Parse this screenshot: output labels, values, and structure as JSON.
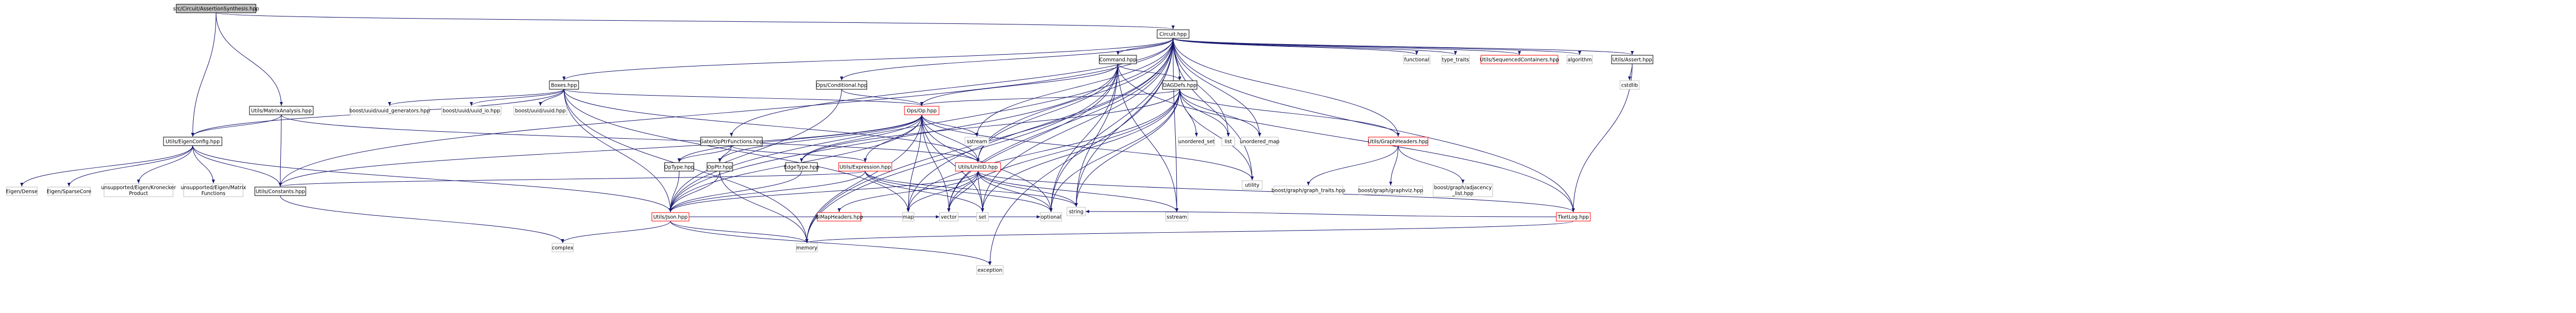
{
  "palette": {
    "root_fill": "#bfbfbf",
    "node_fill": "#ffffff",
    "internal_stroke": "#000000",
    "incomplete_stroke": "#ff0000",
    "external_stroke": "#bfbfbf",
    "edge": "#191970"
  },
  "graph": {
    "root": "n_root",
    "nodes": [
      {
        "id": "n_root",
        "lines": [
          "src/Circuit/AssertionSynthesis.hpp"
        ],
        "kind": "root"
      },
      {
        "id": "n_circuit",
        "lines": [
          "Circuit.hpp"
        ],
        "kind": "internal"
      },
      {
        "id": "n_command",
        "lines": [
          "Command.hpp"
        ],
        "kind": "internal"
      },
      {
        "id": "n_boxes",
        "lines": [
          "Boxes.hpp"
        ],
        "kind": "internal"
      },
      {
        "id": "n_opscond",
        "lines": [
          "Ops/Conditional.hpp"
        ],
        "kind": "internal"
      },
      {
        "id": "n_dagdefs",
        "lines": [
          "DAGDefs.hpp"
        ],
        "kind": "internal"
      },
      {
        "id": "n_matrix",
        "lines": [
          "Utils/MatrixAnalysis.hpp"
        ],
        "kind": "internal"
      },
      {
        "id": "n_eigen",
        "lines": [
          "Utils/EigenConfig.hpp"
        ],
        "kind": "internal"
      },
      {
        "id": "n_uuidgen",
        "lines": [
          "boost/uuid/uuid_generators.hpp"
        ],
        "kind": "external"
      },
      {
        "id": "n_uuidio",
        "lines": [
          "boost/uuid/uuid_io.hpp"
        ],
        "kind": "external"
      },
      {
        "id": "n_uuid",
        "lines": [
          "boost/uuid/uuid.hpp"
        ],
        "kind": "external"
      },
      {
        "id": "n_gateopptr",
        "lines": [
          "Gate/OpPtrFunctions.hpp"
        ],
        "kind": "internal"
      },
      {
        "id": "n_opsop",
        "lines": [
          "Ops/Op.hpp"
        ],
        "kind": "incomplete"
      },
      {
        "id": "n_sstream1",
        "lines": [
          "sstream"
        ],
        "kind": "external"
      },
      {
        "id": "n_optype",
        "lines": [
          "OpType.hpp"
        ],
        "kind": "internal"
      },
      {
        "id": "n_opptr",
        "lines": [
          "OpPtr.hpp"
        ],
        "kind": "internal"
      },
      {
        "id": "n_edgetype",
        "lines": [
          "EdgeType.hpp"
        ],
        "kind": "internal"
      },
      {
        "id": "n_uexpr",
        "lines": [
          "Utils/Expression.hpp"
        ],
        "kind": "incomplete"
      },
      {
        "id": "n_unitid",
        "lines": [
          "Utils/UnitID.hpp"
        ],
        "kind": "incomplete"
      },
      {
        "id": "n_unordset",
        "lines": [
          "unordered_set"
        ],
        "kind": "external"
      },
      {
        "id": "n_list",
        "lines": [
          "list"
        ],
        "kind": "external"
      },
      {
        "id": "n_unordmap",
        "lines": [
          "unordered_map"
        ],
        "kind": "external"
      },
      {
        "id": "n_graphh",
        "lines": [
          "Utils/GraphHeaders.hpp"
        ],
        "kind": "incomplete"
      },
      {
        "id": "n_utility",
        "lines": [
          "utility"
        ],
        "kind": "external"
      },
      {
        "id": "n_functional",
        "lines": [
          "functional"
        ],
        "kind": "external"
      },
      {
        "id": "n_typetraits",
        "lines": [
          "type_traits"
        ],
        "kind": "external"
      },
      {
        "id": "n_seqcont",
        "lines": [
          "Utils/SequencedContainers.hpp"
        ],
        "kind": "incomplete"
      },
      {
        "id": "n_algorithm",
        "lines": [
          "algorithm"
        ],
        "kind": "external"
      },
      {
        "id": "n_assert",
        "lines": [
          "Utils/Assert.hpp"
        ],
        "kind": "internal"
      },
      {
        "id": "n_cstdlib",
        "lines": [
          "cstdlib"
        ],
        "kind": "external"
      },
      {
        "id": "n_bggt",
        "lines": [
          "boost/graph/graph_traits.hpp"
        ],
        "kind": "external"
      },
      {
        "id": "n_bgviz",
        "lines": [
          "boost/graph/graphviz.hpp"
        ],
        "kind": "external"
      },
      {
        "id": "n_bgadj",
        "lines": [
          "boost/graph/adjacency",
          "_list.hpp"
        ],
        "kind": "external"
      },
      {
        "id": "n_eigdense",
        "lines": [
          "Eigen/Dense"
        ],
        "kind": "external"
      },
      {
        "id": "n_eigsparse",
        "lines": [
          "Eigen/SparseCore"
        ],
        "kind": "external"
      },
      {
        "id": "n_unskron",
        "lines": [
          "unsupported/Eigen/Kronecker",
          "Product"
        ],
        "kind": "external"
      },
      {
        "id": "n_unsmatfn",
        "lines": [
          "unsupported/Eigen/Matrix",
          "Functions"
        ],
        "kind": "external"
      },
      {
        "id": "n_constants",
        "lines": [
          "Utils/Constants.hpp"
        ],
        "kind": "internal"
      },
      {
        "id": "n_json",
        "lines": [
          "Utils/Json.hpp"
        ],
        "kind": "incomplete"
      },
      {
        "id": "n_bimap",
        "lines": [
          "BiMapHeaders.hpp"
        ],
        "kind": "incomplete"
      },
      {
        "id": "n_map",
        "lines": [
          "map"
        ],
        "kind": "external"
      },
      {
        "id": "n_vector",
        "lines": [
          "vector"
        ],
        "kind": "external"
      },
      {
        "id": "n_set",
        "lines": [
          "set"
        ],
        "kind": "external"
      },
      {
        "id": "n_optional",
        "lines": [
          "optional"
        ],
        "kind": "external"
      },
      {
        "id": "n_string",
        "lines": [
          "string"
        ],
        "kind": "external"
      },
      {
        "id": "n_sstream2",
        "lines": [
          "sstream"
        ],
        "kind": "external"
      },
      {
        "id": "n_tketlog",
        "lines": [
          "TketLog.hpp"
        ],
        "kind": "incomplete"
      },
      {
        "id": "n_complex",
        "lines": [
          "complex"
        ],
        "kind": "external"
      },
      {
        "id": "n_memory",
        "lines": [
          "memory"
        ],
        "kind": "external"
      },
      {
        "id": "n_exception",
        "lines": [
          "exception"
        ],
        "kind": "external"
      }
    ],
    "edges": [
      [
        "n_root",
        "n_circuit"
      ],
      [
        "n_root",
        "n_matrix"
      ],
      [
        "n_root",
        "n_eigen"
      ],
      [
        "n_circuit",
        "n_command"
      ],
      [
        "n_circuit",
        "n_boxes"
      ],
      [
        "n_circuit",
        "n_opscond"
      ],
      [
        "n_circuit",
        "n_dagdefs"
      ],
      [
        "n_circuit",
        "n_gateopptr"
      ],
      [
        "n_circuit",
        "n_unitid"
      ],
      [
        "n_circuit",
        "n_list"
      ],
      [
        "n_circuit",
        "n_unordmap"
      ],
      [
        "n_circuit",
        "n_graphh"
      ],
      [
        "n_circuit",
        "n_utility"
      ],
      [
        "n_circuit",
        "n_functional"
      ],
      [
        "n_circuit",
        "n_typetraits"
      ],
      [
        "n_circuit",
        "n_seqcont"
      ],
      [
        "n_circuit",
        "n_algorithm"
      ],
      [
        "n_circuit",
        "n_assert"
      ],
      [
        "n_circuit",
        "n_tketlog"
      ],
      [
        "n_circuit",
        "n_exception"
      ],
      [
        "n_circuit",
        "n_memory"
      ],
      [
        "n_circuit",
        "n_sstream1"
      ],
      [
        "n_circuit",
        "n_string"
      ],
      [
        "n_circuit",
        "n_vector"
      ],
      [
        "n_circuit",
        "n_set"
      ],
      [
        "n_circuit",
        "n_map"
      ],
      [
        "n_circuit",
        "n_optional"
      ],
      [
        "n_circuit",
        "n_json"
      ],
      [
        "n_circuit",
        "n_constants"
      ],
      [
        "n_circuit",
        "n_sstream2"
      ],
      [
        "n_command",
        "n_dagdefs"
      ],
      [
        "n_command",
        "n_opsop"
      ],
      [
        "n_command",
        "n_unitid"
      ],
      [
        "n_command",
        "n_json"
      ],
      [
        "n_command",
        "n_tketlog"
      ],
      [
        "n_command",
        "n_string"
      ],
      [
        "n_command",
        "n_optional"
      ],
      [
        "n_command",
        "n_vector"
      ],
      [
        "n_command",
        "n_sstream2"
      ],
      [
        "n_command",
        "n_memory"
      ],
      [
        "n_boxes",
        "n_eigen"
      ],
      [
        "n_boxes",
        "n_uuidgen"
      ],
      [
        "n_boxes",
        "n_uuidio"
      ],
      [
        "n_boxes",
        "n_uuid"
      ],
      [
        "n_boxes",
        "n_opsop"
      ],
      [
        "n_boxes",
        "n_json"
      ],
      [
        "n_boxes",
        "n_unitid"
      ],
      [
        "n_boxes",
        "n_memory"
      ],
      [
        "n_boxes",
        "n_map"
      ],
      [
        "n_opscond",
        "n_opsop"
      ],
      [
        "n_opscond",
        "n_json"
      ],
      [
        "n_dagdefs",
        "n_edgetype"
      ],
      [
        "n_dagdefs",
        "n_opsop"
      ],
      [
        "n_dagdefs",
        "n_unordset"
      ],
      [
        "n_dagdefs",
        "n_list"
      ],
      [
        "n_dagdefs",
        "n_unordmap"
      ],
      [
        "n_dagdefs",
        "n_graphh"
      ],
      [
        "n_dagdefs",
        "n_utility"
      ],
      [
        "n_dagdefs",
        "n_string"
      ],
      [
        "n_dagdefs",
        "n_optional"
      ],
      [
        "n_dagdefs",
        "n_vector"
      ],
      [
        "n_dagdefs",
        "n_set"
      ],
      [
        "n_dagdefs",
        "n_map"
      ],
      [
        "n_matrix",
        "n_eigen"
      ],
      [
        "n_matrix",
        "n_constants"
      ],
      [
        "n_matrix",
        "n_unitid"
      ],
      [
        "n_eigen",
        "n_eigdense"
      ],
      [
        "n_eigen",
        "n_eigsparse"
      ],
      [
        "n_eigen",
        "n_unskron"
      ],
      [
        "n_eigen",
        "n_unsmatfn"
      ],
      [
        "n_eigen",
        "n_constants"
      ],
      [
        "n_eigen",
        "n_json"
      ],
      [
        "n_gateopptr",
        "n_optype"
      ],
      [
        "n_gateopptr",
        "n_opptr"
      ],
      [
        "n_gateopptr",
        "n_uexpr"
      ],
      [
        "n_opsop",
        "n_edgetype"
      ],
      [
        "n_opsop",
        "n_optype"
      ],
      [
        "n_opsop",
        "n_opptr"
      ],
      [
        "n_opsop",
        "n_uexpr"
      ],
      [
        "n_opsop",
        "n_unitid"
      ],
      [
        "n_opsop",
        "n_sstream1"
      ],
      [
        "n_opsop",
        "n_utility"
      ],
      [
        "n_opsop",
        "n_json"
      ],
      [
        "n_opsop",
        "n_constants"
      ],
      [
        "n_opsop",
        "n_memory"
      ],
      [
        "n_opsop",
        "n_optional"
      ],
      [
        "n_opsop",
        "n_set"
      ],
      [
        "n_opsop",
        "n_vector"
      ],
      [
        "n_opsop",
        "n_map"
      ],
      [
        "n_optype",
        "n_json"
      ],
      [
        "n_opptr",
        "n_json"
      ],
      [
        "n_opptr",
        "n_memory"
      ],
      [
        "n_edgetype",
        "n_json"
      ],
      [
        "n_uexpr",
        "n_json"
      ],
      [
        "n_uexpr",
        "n_constants"
      ],
      [
        "n_uexpr",
        "n_set"
      ],
      [
        "n_uexpr",
        "n_string"
      ],
      [
        "n_uexpr",
        "n_optional"
      ],
      [
        "n_unitid",
        "n_json"
      ],
      [
        "n_unitid",
        "n_bimap"
      ],
      [
        "n_unitid",
        "n_tketlog"
      ],
      [
        "n_unitid",
        "n_map"
      ],
      [
        "n_unitid",
        "n_vector"
      ],
      [
        "n_unitid",
        "n_set"
      ],
      [
        "n_unitid",
        "n_optional"
      ],
      [
        "n_unitid",
        "n_string"
      ],
      [
        "n_unitid",
        "n_sstream2"
      ],
      [
        "n_graphh",
        "n_bggt"
      ],
      [
        "n_graphh",
        "n_bgviz"
      ],
      [
        "n_graphh",
        "n_bgadj"
      ],
      [
        "n_assert",
        "n_cstdlib"
      ],
      [
        "n_assert",
        "n_tketlog"
      ],
      [
        "n_constants",
        "n_complex"
      ],
      [
        "n_json",
        "n_complex"
      ],
      [
        "n_json",
        "n_exception"
      ],
      [
        "n_json",
        "n_memory"
      ],
      [
        "n_json",
        "n_optional"
      ],
      [
        "n_json",
        "n_vector"
      ],
      [
        "n_tketlog",
        "n_memory"
      ],
      [
        "n_tketlog",
        "n_string"
      ]
    ]
  }
}
